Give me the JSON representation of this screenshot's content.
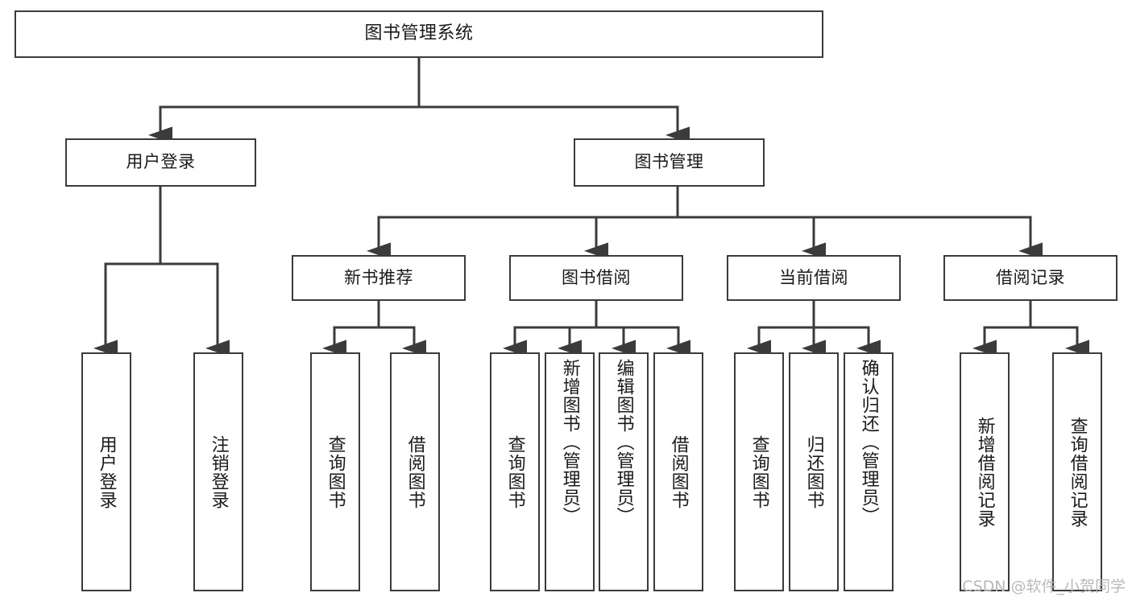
{
  "diagram": {
    "title": "图书管理系统",
    "watermark": "CSDN @软件_小贺同学",
    "line_color": "#3b3b3b",
    "box_fill": "#ffffff",
    "text_color": "#1a1a1a",
    "watermark_color": "#b9b9b9",
    "nodes": {
      "root": "图书管理系统",
      "l1_user_login": "用户登录",
      "l1_book_manage": "图书管理",
      "l2_new_book_rec": "新书推荐",
      "l2_book_borrow": "图书借阅",
      "l2_current_borrow": "当前借阅",
      "l2_borrow_record": "借阅记录",
      "leaf_user_login": "用户登录",
      "leaf_logout_login": "注销登录",
      "leaf_query_book_a": "查询图书",
      "leaf_borrow_book_a": "借阅图书",
      "leaf_query_book_b": "查询图书",
      "leaf_add_book_admin": "新增图书（管理员）",
      "leaf_edit_book_admin": "编辑图书（管理员）",
      "leaf_borrow_book_b": "借阅图书",
      "leaf_query_book_c": "查询图书",
      "leaf_return_book": "归还图书",
      "leaf_confirm_return_admin": "确认归还（管理员）",
      "leaf_add_borrow_record": "新增借阅记录",
      "leaf_query_borrow_record": "查询借阅记录"
    }
  }
}
